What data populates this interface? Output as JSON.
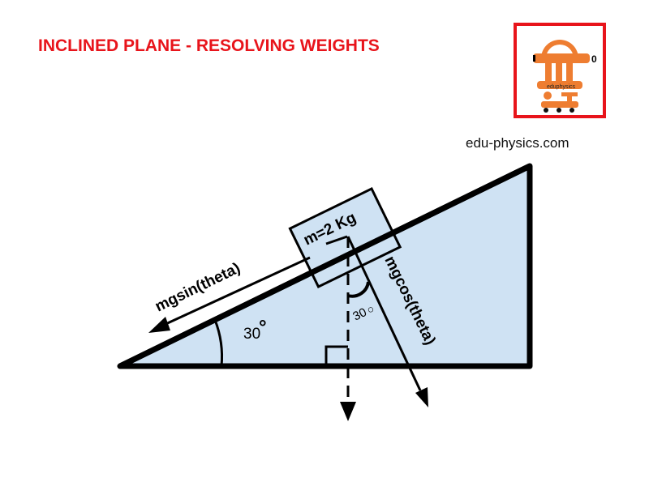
{
  "title": "INCLINED PLANE - RESOLVING WEIGHTS",
  "website": "edu-physics.com",
  "logo": {
    "text": "eduphysics",
    "icon": "theodolite-logo",
    "color": "#ee7d31",
    "border_color": "#e8141b"
  },
  "diagram": {
    "mass_label": "m=2 Kg",
    "parallel_force_label": "mgsin(theta)",
    "perpendicular_force_label": "mgcos(theta)",
    "incline_angle_label": "30",
    "incline_angle_symbol": "°",
    "weight_angle_label": "30",
    "weight_angle_symbol": "○",
    "fill_color": "#cfe2f3"
  }
}
